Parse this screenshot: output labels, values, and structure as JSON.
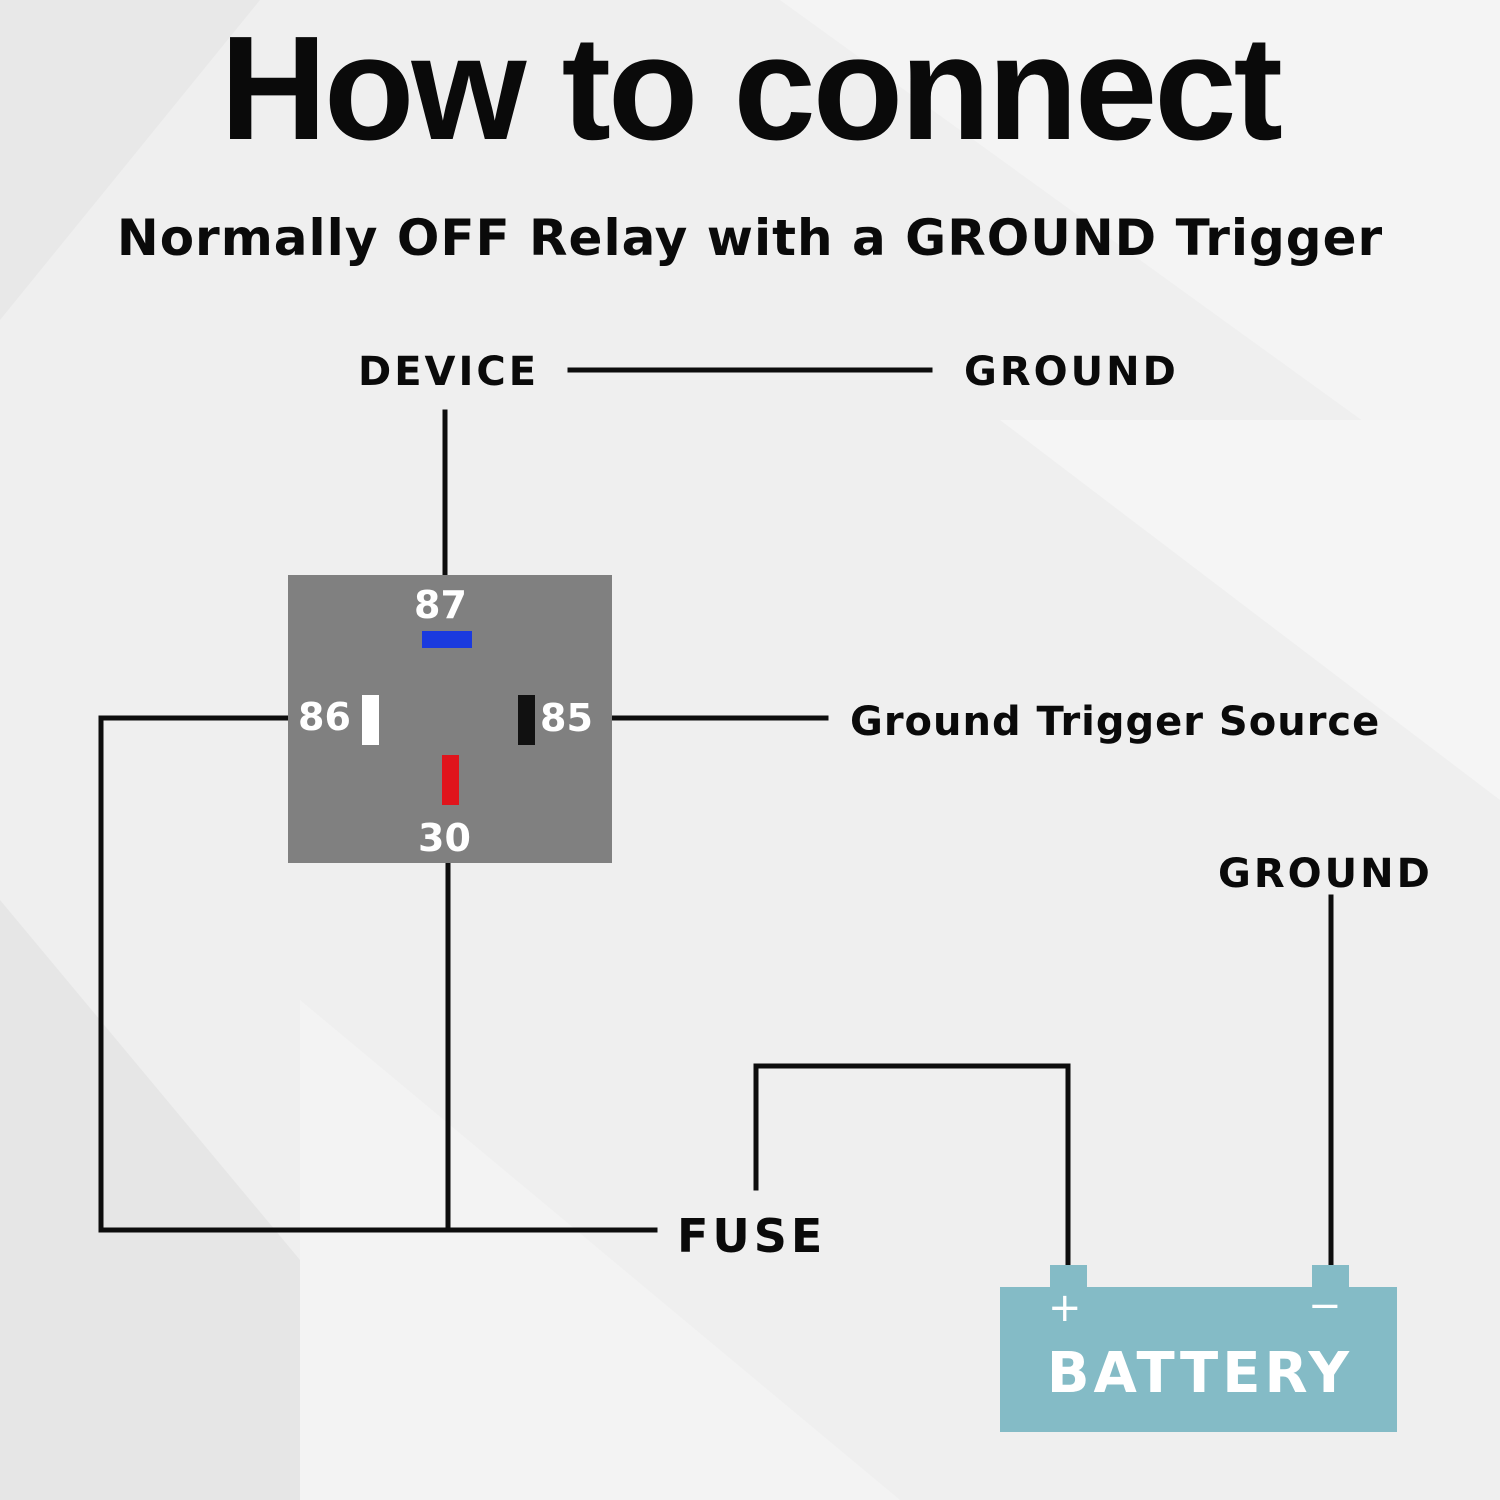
{
  "title": "How to connect",
  "subtitle": "Normally OFF Relay with a GROUND Trigger",
  "labels": {
    "device": "DEVICE",
    "ground_top": "GROUND",
    "trigger_source": "Ground Trigger Source",
    "ground_right": "GROUND",
    "fuse": "FUSE"
  },
  "relay": {
    "pins": {
      "p87": "87",
      "p86": "86",
      "p85": "85",
      "p30": "30"
    }
  },
  "battery": {
    "label": "BATTERY",
    "positive": "+",
    "negative": "−"
  },
  "colors": {
    "relay_body": "#808080",
    "pin87": "#1a3adf",
    "pin30": "#e0141c",
    "pin86": "#ffffff",
    "pin85": "#111111",
    "battery": "#84bbc6",
    "wire": "#0d0d0d"
  }
}
